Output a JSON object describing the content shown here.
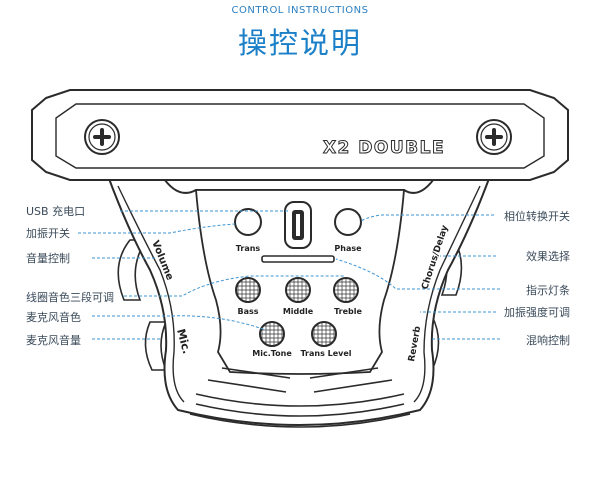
{
  "header": {
    "subtitle": "CONTROL  INSTRUCTIONS",
    "title": "操控说明"
  },
  "device": {
    "logo": "X2 DOUBLE",
    "knobs": {
      "trans": "Trans",
      "phase": "Phase",
      "bass": "Bass",
      "middle": "Middle",
      "treble": "Treble",
      "mic_tone": "Mic.Tone",
      "trans_level": "Trans Level"
    },
    "side_labels": {
      "volume": "Volume",
      "mic": "Mic.",
      "chorus_delay": "Chorus/Delay",
      "reverb": "Reverb"
    }
  },
  "callouts": {
    "left": [
      "USB 充电口",
      "加振开关",
      "音量控制",
      "线圈音色三段可调",
      "麦克风音色",
      "麦克风音量"
    ],
    "right": [
      "相位转换开关",
      "效果选择",
      "指示灯条",
      "加振强度可调",
      "混响控制"
    ]
  },
  "colors": {
    "accent": "#1c80c8",
    "leader": "#3d95d4",
    "outline": "#2b2b2b"
  }
}
